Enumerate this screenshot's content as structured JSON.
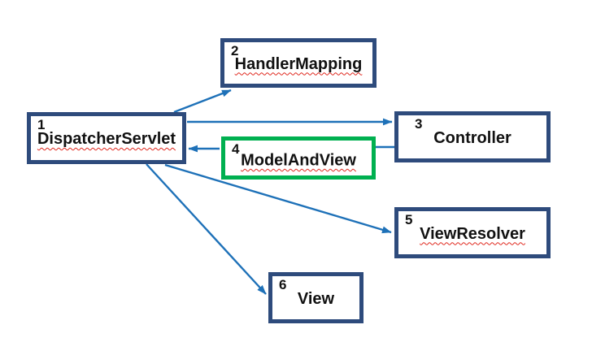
{
  "diagram": {
    "boxes": [
      {
        "number": "1",
        "label": "DispatcherServlet",
        "border_color": "#2E4B7C",
        "spellcheck_underline": true
      },
      {
        "number": "2",
        "label": "HandlerMapping",
        "border_color": "#2E4B7C",
        "spellcheck_underline": true
      },
      {
        "number": "3",
        "label": "Controller",
        "border_color": "#2E4B7C",
        "spellcheck_underline": false
      },
      {
        "number": "4",
        "label": "ModelAndView",
        "border_color": "#00B050",
        "spellcheck_underline": true
      },
      {
        "number": "5",
        "label": "ViewResolver",
        "border_color": "#2E4B7C",
        "spellcheck_underline": true
      },
      {
        "number": "6",
        "label": "View",
        "border_color": "#2E4B7C",
        "spellcheck_underline": false
      }
    ],
    "connections": [
      {
        "from": "DispatcherServlet",
        "to": "HandlerMapping",
        "type": "arrow"
      },
      {
        "from": "DispatcherServlet",
        "to": "Controller",
        "type": "arrow"
      },
      {
        "from": "Controller",
        "to": "ModelAndView",
        "type": "line"
      },
      {
        "from": "ModelAndView",
        "to": "DispatcherServlet",
        "type": "arrow"
      },
      {
        "from": "DispatcherServlet",
        "to": "ViewResolver",
        "type": "arrow"
      },
      {
        "from": "DispatcherServlet",
        "to": "View",
        "type": "arrow"
      }
    ],
    "colors": {
      "box_border": "#2E4B7C",
      "highlight_border": "#00B050",
      "arrow": "#1E71B8",
      "text": "#111111",
      "spellcheck_underline": "#E0281E",
      "background": "#FFFFFF"
    }
  }
}
